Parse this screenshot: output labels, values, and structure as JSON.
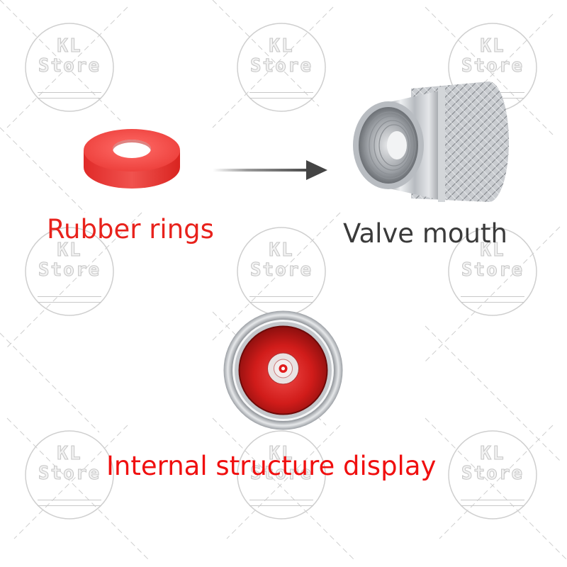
{
  "labels": {
    "rubber_rings": "Rubber rings",
    "valve_mouth": "Valve mouth",
    "internal_structure": "Internal structure display"
  },
  "watermark": {
    "line1": "KL",
    "line2": "Store"
  },
  "colors": {
    "rubber_ring": "#e8332e",
    "label_red": "#f00f0f",
    "label_dark": "#3a3a3a",
    "arrow": "#444444",
    "metal": "#c9ccd0",
    "inner_red": "#c81818"
  },
  "icons": {
    "arrow": "arrow-right-icon"
  }
}
